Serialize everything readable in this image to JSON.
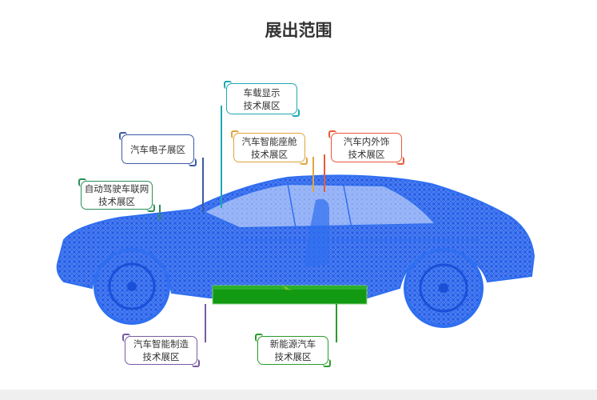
{
  "title": "展出范围",
  "zones": [
    {
      "id": "display",
      "line1": "车载显示",
      "line2": "技术展区",
      "color": "#1fa9b3"
    },
    {
      "id": "electronics",
      "line1": "汽车电子展区",
      "line2": "",
      "color": "#3d5aa8"
    },
    {
      "id": "cockpit",
      "line1": "汽车智能座舱",
      "line2": "技术展区",
      "color": "#e0a53c"
    },
    {
      "id": "interior",
      "line1": "汽车内外饰",
      "line2": "技术展区",
      "color": "#e85a3a"
    },
    {
      "id": "autonomous",
      "line1": "自动驾驶车联网",
      "line2": "技术展区",
      "color": "#2a8f5a"
    },
    {
      "id": "manufacturing",
      "line1": "汽车智能制造",
      "line2": "技术展区",
      "color": "#7a5aa0"
    },
    {
      "id": "nev",
      "line1": "新能源汽车",
      "line2": "技术展区",
      "color": "#2a9a2a"
    }
  ],
  "colors": {
    "car": "#2f6ff0",
    "battery": "#129a12"
  }
}
